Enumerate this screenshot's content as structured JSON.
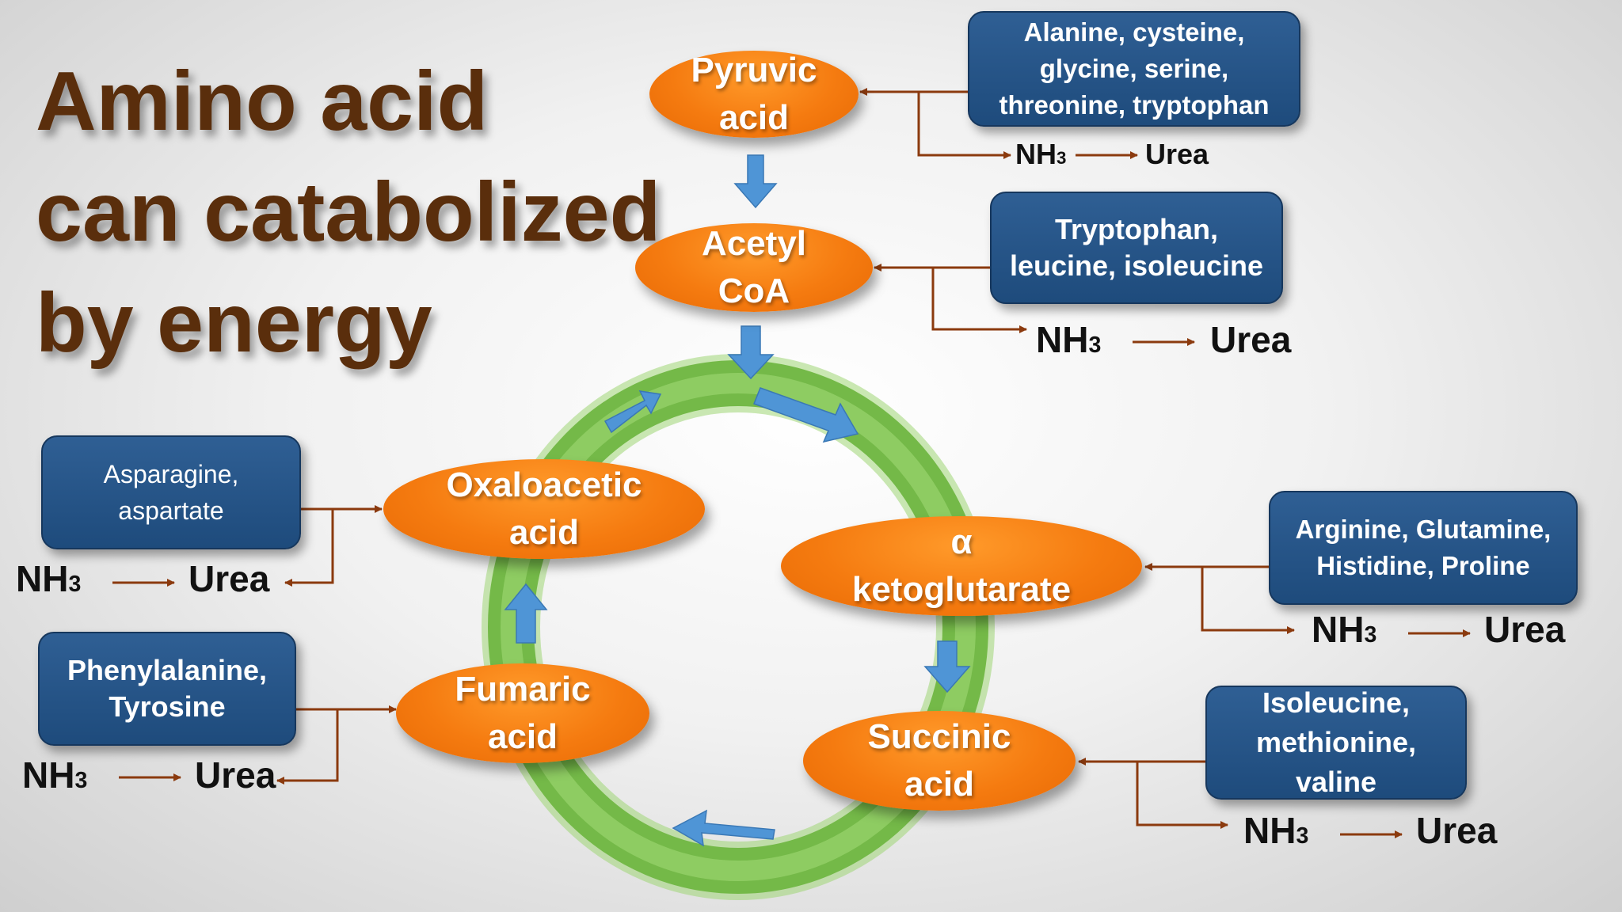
{
  "title": {
    "line1": "Amino acid",
    "line2": "can catabolized",
    "line3": "by energy"
  },
  "intermediates": {
    "pyruvic": [
      "Pyruvic",
      "acid"
    ],
    "acetyl": [
      "Acetyl",
      "CoA"
    ],
    "oxaloacetic": [
      "Oxaloacetic",
      "acid"
    ],
    "ketoglutarate": [
      "α",
      "ketoglutarate"
    ],
    "succinic": [
      "Succinic",
      "acid"
    ],
    "fumaric": [
      "Fumaric",
      "acid"
    ]
  },
  "amino_groups": {
    "pyruvic": [
      "Alanine, cysteine,",
      "glycine, serine,",
      "threonine, tryptophan"
    ],
    "acetyl": [
      "Tryptophan,",
      "leucine, isoleucine"
    ],
    "oxaloacetic": [
      "Asparagine,",
      "aspartate"
    ],
    "fumaric": [
      "Phenylalanine,",
      "Tyrosine"
    ],
    "ketoglutarate": [
      "Arginine, Glutamine,",
      "Histidine, Proline"
    ],
    "succinic": [
      "Isoleucine,",
      "methionine,",
      "valine"
    ]
  },
  "byproducts": {
    "nh3_base": "NH",
    "nh3_sub": "3",
    "urea": "Urea"
  },
  "colors": {
    "title": "#5a2e0c",
    "oval": "#f57b10",
    "box": "#1e4b7c",
    "ring": "#7fc04f",
    "arrow_blue": "#4f95d6",
    "connector": "#8b3a0e"
  }
}
